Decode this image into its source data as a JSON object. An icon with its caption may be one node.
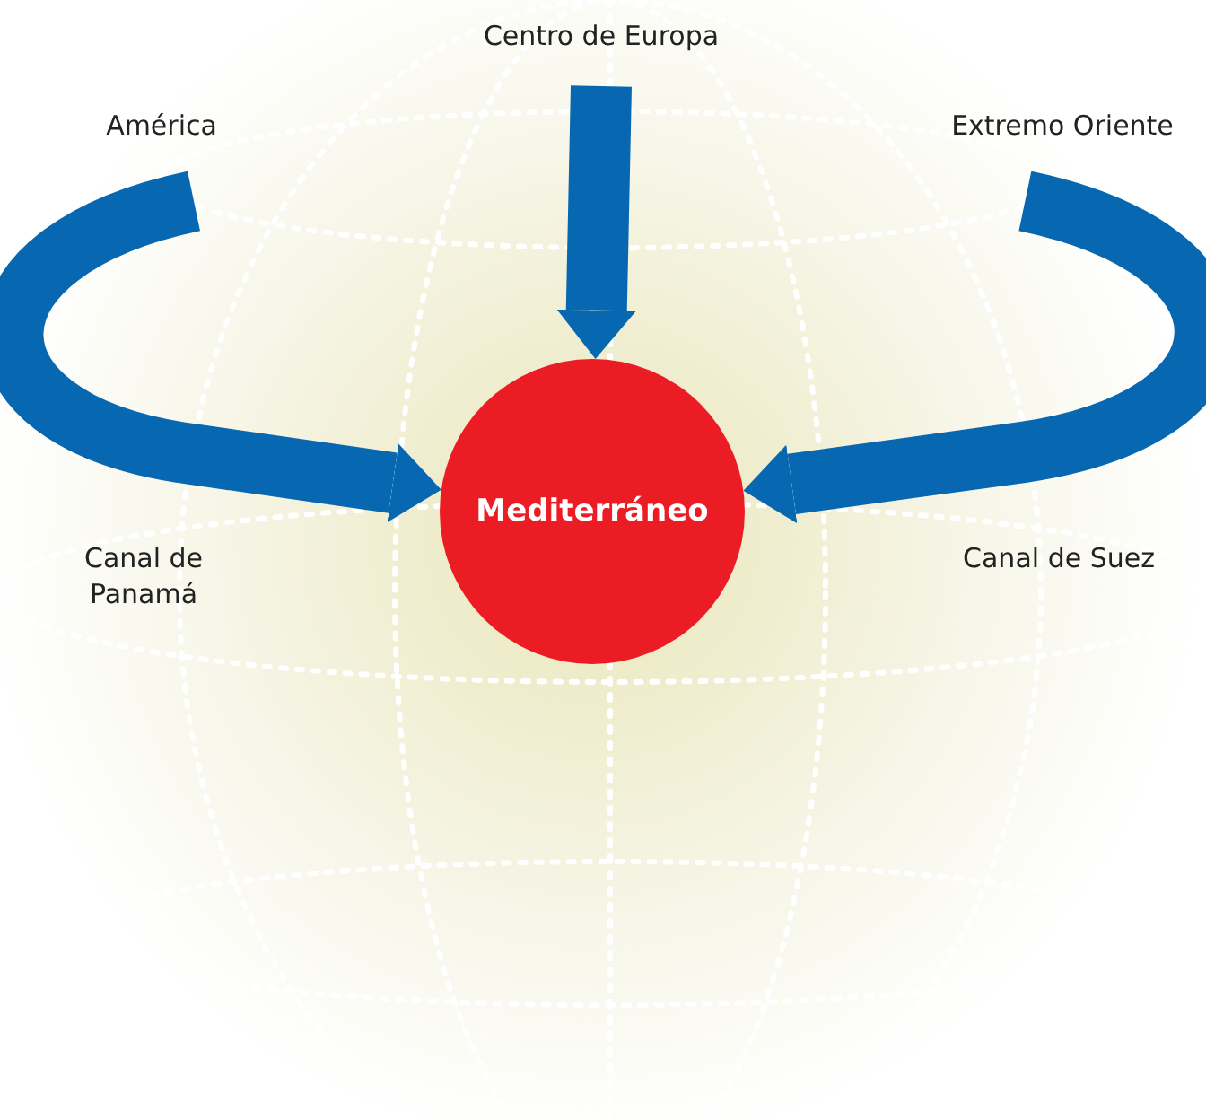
{
  "diagram": {
    "nodes": [
      {
        "text": [
          "Mediterráneo"
        ]
      },
      {
        "text": [
          "Centro de Europa"
        ]
      },
      {
        "text": [
          "América"
        ]
      },
      {
        "text": [
          "Extremo Oriente"
        ]
      }
    ],
    "edges": [
      {
        "from": 1,
        "to": 0,
        "arrow": "to"
      },
      {
        "from": 2,
        "to": 0,
        "arrow": "to",
        "label": "Canal de Panamá"
      },
      {
        "from": 3,
        "to": 0,
        "arrow": "to",
        "label": "Canal de Suez"
      }
    ]
  }
}
